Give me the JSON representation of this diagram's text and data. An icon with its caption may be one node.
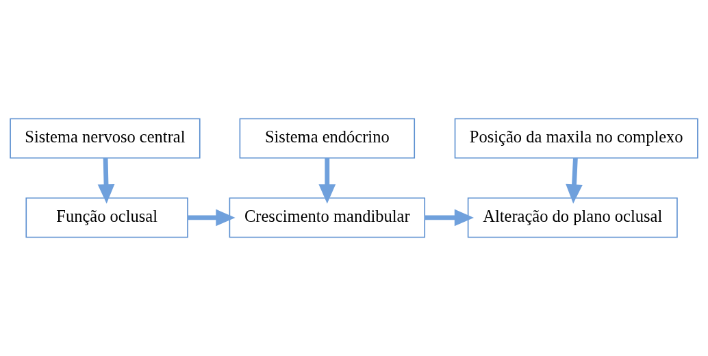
{
  "diagram": {
    "nodes": [
      {
        "text": [
          "Sistema endócrino"
        ]
      },
      {
        "text": [
          "Posição da maxila no complexo"
        ]
      },
      {
        "text": [
          "Função oclusal"
        ]
      },
      {
        "text": [
          "Crescimento mandibular"
        ]
      },
      {
        "text": [
          "Alteração do plano oclusal"
        ]
      },
      {
        "text": [
          "Sistema nervoso central"
        ]
      }
    ],
    "edges": [
      {
        "from": 0,
        "to": 3,
        "arrow": "to"
      },
      {
        "from": 1,
        "to": 4,
        "arrow": "to"
      },
      {
        "from": 2,
        "to": 3,
        "arrow": "to"
      },
      {
        "from": 3,
        "to": 4,
        "arrow": "to"
      },
      {
        "from": 5,
        "to": 2,
        "arrow": "to"
      }
    ]
  }
}
